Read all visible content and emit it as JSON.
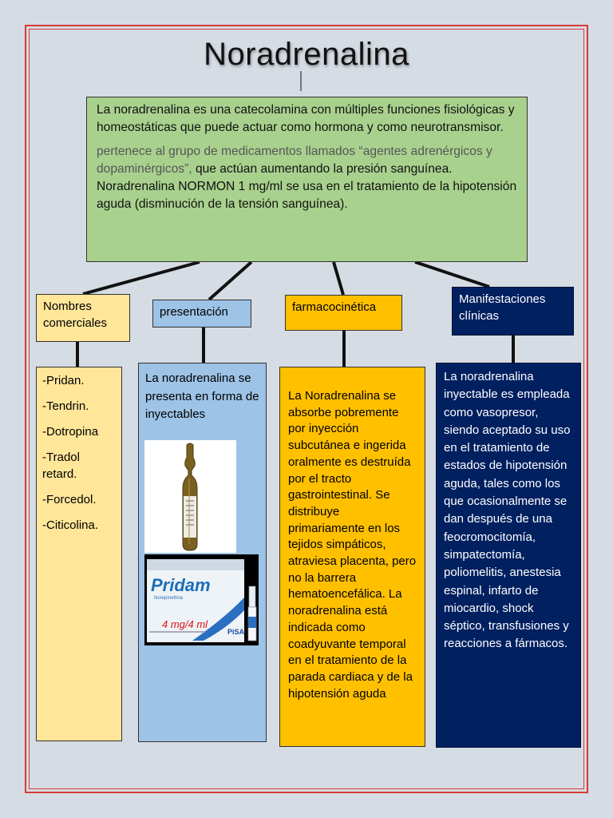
{
  "title": "Noradrenalina",
  "main": {
    "p1": "La noradrenalina es una catecolamina con múltiples funciones fisiológicas y homeostáticas que puede actuar como hormona y como neurotransmisor.",
    "p2_grey": "pertenece al grupo de medicamentos llamados “agentes adrenérgicos y dopaminérgicos”,",
    "p2_rest": " que actúan aumentando la presión sanguínea. Noradrenalina NORMON 1 mg/ml se usa en el tratamiento de la hipotensión aguda (disminución de la tensión sanguínea)."
  },
  "headers": {
    "nombres": "Nombres comerciales",
    "presentacion": "presentación",
    "farmaco": "farmacocinética",
    "manifest": "Manifestaciones clínicas"
  },
  "nombres_list": [
    "-Pridan.",
    "-Tendrin.",
    "-Dotropina",
    "-Tradol retard.",
    "-Forcedol.",
    "-Citicolina."
  ],
  "presentacion_text": "La noradrenalina se presenta en forma de inyectables",
  "product_box": {
    "brand": "Pridam",
    "subtitle": "Norepinefrina",
    "dose": "4 mg/4 ml",
    "maker": "PiSA"
  },
  "farmaco_text": "La Noradrenalina se absorbe pobremente por inyección subcutánea e ingerida oralmente es destruída por el tracto gastrointestinal. Se distribuye primariamente en los tejidos simpáticos, atraviesa placenta, pero no la barrera hematoencefálica. La noradrenalina está indicada como coadyuvante temporal en el tratamiento de la parada cardiaca y de la hipotensión aguda",
  "manifest_text": "La noradrenalina inyectable es empleada como vasopresor, siendo aceptado su uso en el tratamiento de estados de hipotensión aguda, tales como los que ocasionalmente se dan después de una feocromocitomía, simpatectomía, poliomelitis, anestesia espinal, infarto de miocardio, shock séptico, transfusiones y reacciones a fármacos.",
  "colors": {
    "background": "#d6dce4",
    "frame": "#d63a3a",
    "main_box": "#a9d18e",
    "light_yellow": "#ffe699",
    "light_blue": "#9dc3e6",
    "orange": "#ffc000",
    "navy": "#002060"
  }
}
